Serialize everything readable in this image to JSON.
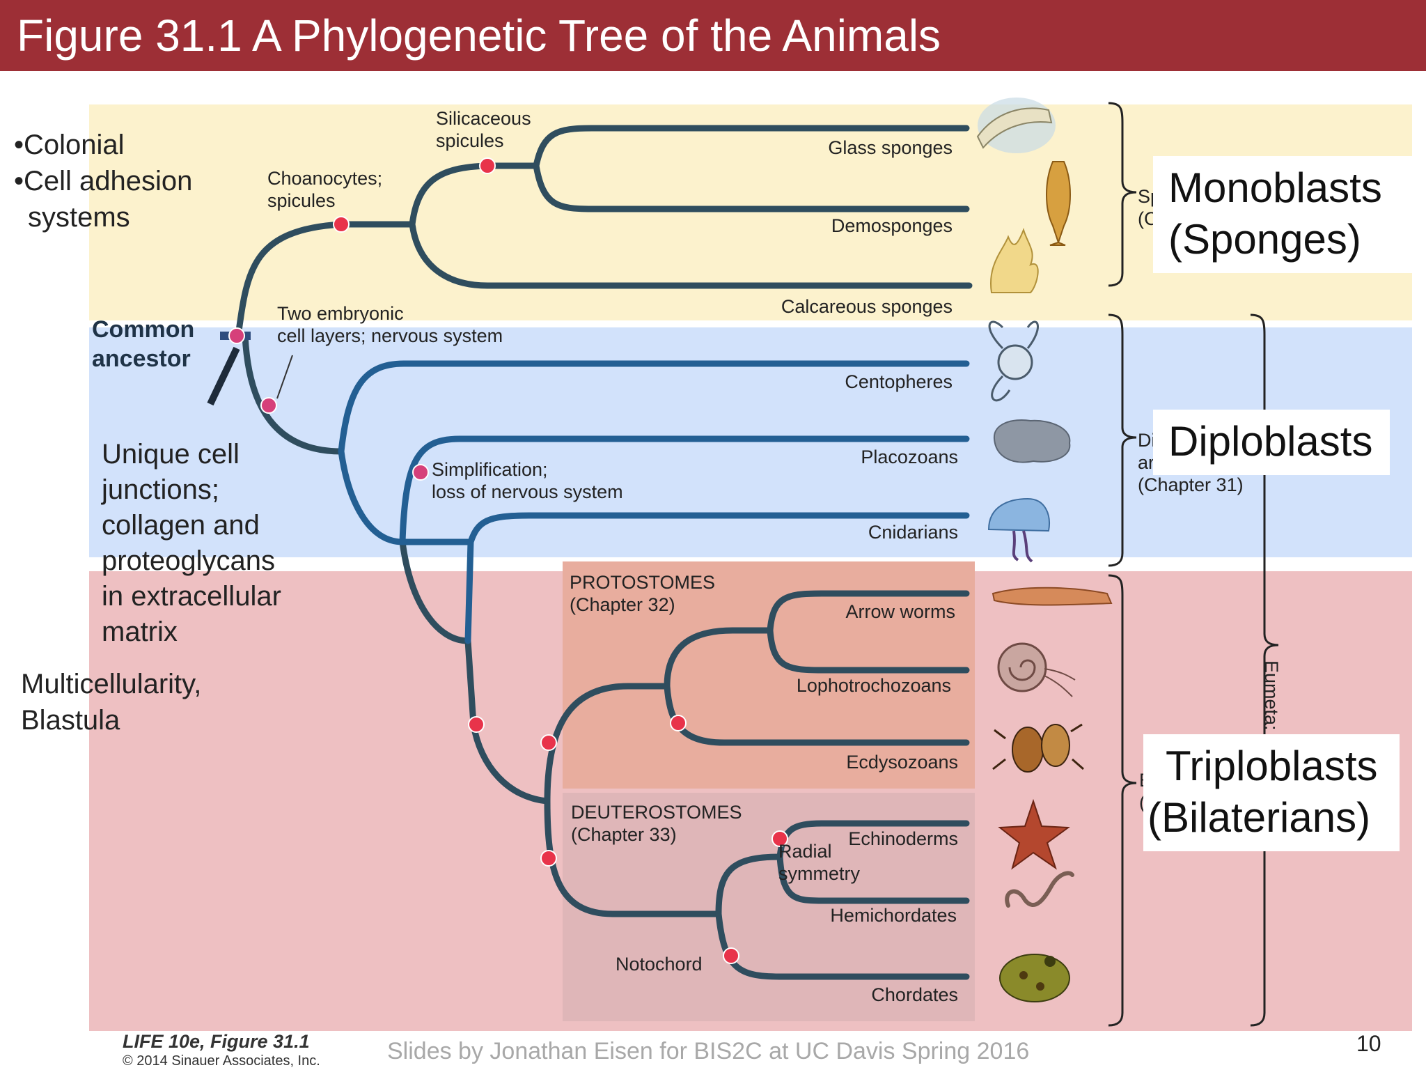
{
  "title": "Figure 31.1  A Phylogenetic Tree of the Animals",
  "colors": {
    "title_bar": "#9d2f36",
    "sponge_zone": "#fcf2cd",
    "diploblast_zone": "#d2e2fb",
    "bilaterian_zone": "#eec0c2",
    "protostome_box": "#e8ad9e",
    "deuterostome_box": "#dfb6b8",
    "branch": "#2f4d5e",
    "branch_blue": "#235f93",
    "synapomorphy_red": "#e8334a",
    "synapomorphy_magenta": "#d6407a"
  },
  "side_notes": {
    "colonial": "•Colonial",
    "cell_adhesion_line1": "•Cell adhesion",
    "cell_adhesion_line2": "systems",
    "common_ancestor_line1": "Common",
    "common_ancestor_line2": "ancestor",
    "unique_junctions": [
      "Unique cell",
      "junctions;",
      "collagen and",
      "proteoglycans",
      "in extracellular",
      "matrix"
    ],
    "multicellularity_line1": "Multicellularity,",
    "multicellularity_line2": "Blastula"
  },
  "traits": {
    "choanocytes_line1": "Choanocytes;",
    "choanocytes_line2": "spicules",
    "siliceous_line1": "Silicaceous",
    "siliceous_line2": "spicules",
    "embryonic_line1": "Two embryonic",
    "embryonic_line2": "cell layers; nervous system",
    "simplification_line1": "Simplification;",
    "simplification_line2": "loss of nervous system",
    "radial_line1": "Radial",
    "radial_line2": "symmetry",
    "notochord": "Notochord"
  },
  "groups": {
    "protostomes_line1": "PROTOSTOMES",
    "protostomes_line2": "(Chapter 32)",
    "deuterostomes_line1": "DEUTEROSTOMES",
    "deuterostomes_line2": "(Chapter 33)"
  },
  "taxa": [
    "Glass sponges",
    "Demosponges",
    "Calcareous sponges",
    "Centopheres",
    "Placozoans",
    "Cnidarians",
    "Arrow worms",
    "Lophotrochozoans",
    "Ecdysozoans",
    "Echinoderms",
    "Hemichordates",
    "Chordates"
  ],
  "bracket_fragments": {
    "sponges_a": "Sp",
    "sponges_b": "(C",
    "diplo_a": "Di",
    "diplo_b": "ar",
    "diplo_chapter": "(Chapter 31)",
    "bilat_a": "E",
    "bilat_b": "(",
    "eumetazoa": "Eumeta:"
  },
  "labels": {
    "monoblasts_line1": "Monoblasts",
    "monoblasts_line2": "(Sponges)",
    "diploblasts": "Diploblasts",
    "triploblasts_line1": "Triploblasts",
    "triploblasts_line2": "(Bilaterians)"
  },
  "animal_icons": [
    "glass-sponge-icon",
    "demosponge-icon",
    "calcareous-sponge-icon",
    "ctenophore-icon",
    "placozoan-icon",
    "jellyfish-icon",
    "arrow-worm-icon",
    "nautilus-icon",
    "beetle-icon",
    "starfish-icon",
    "acorn-worm-icon",
    "frog-icon"
  ],
  "footer": {
    "book": "LIFE 10e, Figure 31.1",
    "copyright": "© 2014 Sinauer Associates, Inc.",
    "credit": "Slides by Jonathan Eisen for BIS2C at UC Davis Spring 2016",
    "page": "10"
  }
}
